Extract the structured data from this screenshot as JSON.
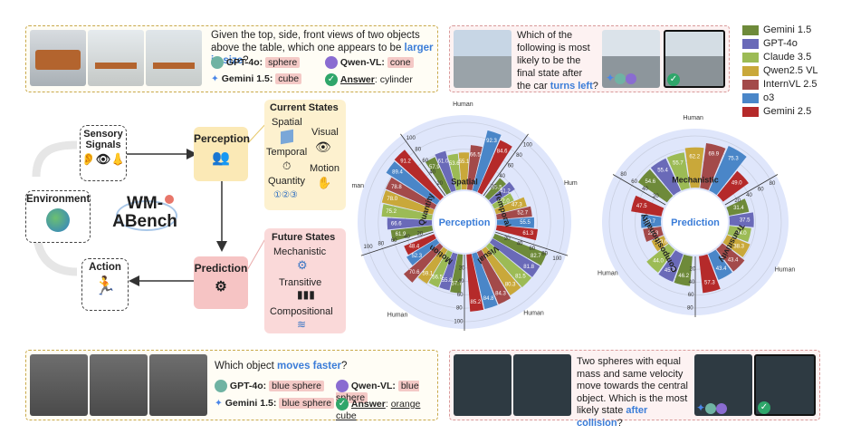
{
  "top_left": {
    "question_parts": [
      "Given the top, side, front views of two objects above the table, which one appears to be ",
      "larger in size",
      "?"
    ],
    "gpt4o_label": "GPT-4o:",
    "gpt4o_answer": "sphere",
    "qwen_label": "Qwen-VL:",
    "qwen_answer": "cone",
    "gemini_label": "Gemini 1.5:",
    "gemini_answer": "cube",
    "answer_label": "Answer",
    "answer_value": ": cylinder"
  },
  "top_right": {
    "question_parts": [
      "Which of the following is most likely to be the final state after the car ",
      "turns left",
      "?"
    ]
  },
  "bottom_left": {
    "question_parts": [
      "Which object ",
      "moves faster",
      "?"
    ],
    "gpt4o_label": "GPT-4o:",
    "gpt4o_answer": "blue sphere",
    "qwen_label": "Qwen-VL:",
    "qwen_answer": "blue sphere",
    "gemini_label": "Gemini 1.5:",
    "gemini_answer": "blue sphere",
    "answer_label": "Answer",
    "answer_value": "orange cube"
  },
  "bottom_right": {
    "question_parts": [
      "Two spheres with equal mass and same velocity move towards the central object. Which is the most likely state ",
      "after collision",
      "?"
    ]
  },
  "flow": {
    "sensory": "Sensory Signals",
    "environment": "Environment",
    "action": "Action",
    "perception": "Perception",
    "prediction": "Prediction",
    "logo_line1": "WM-",
    "logo_line2": "ABench",
    "current_states": "Current States",
    "current_items": [
      "Spatial",
      "Visual",
      "Temporal",
      "Motion",
      "Quantity"
    ],
    "future_states": "Future States",
    "future_items": [
      "Mechanistic",
      "Transitive",
      "Compositional"
    ]
  },
  "legend": [
    {
      "name": "Gemini 1.5",
      "color": "#6e8a3a"
    },
    {
      "name": "GPT-4o",
      "color": "#6a6ab8"
    },
    {
      "name": "Claude 3.5",
      "color": "#9cbb55"
    },
    {
      "name": "Qwen2.5 VL",
      "color": "#c9a83a"
    },
    {
      "name": "InternVL 2.5",
      "color": "#a34a4a"
    },
    {
      "name": "o3",
      "color": "#4a86c8"
    },
    {
      "name": "Gemini 2.5",
      "color": "#b52a2a"
    }
  ],
  "chart_data": [
    {
      "type": "bar",
      "title": "Perception",
      "radial_ticks": [
        20,
        40,
        60,
        80,
        100
      ],
      "reference_label": "Human",
      "categories": [
        "Spatial",
        "Temporal",
        "Visual",
        "Motion",
        "Quantity"
      ],
      "series_order": [
        "Gemini 1.5",
        "GPT-4o",
        "Claude 3.5",
        "Qwen2.5 VL",
        "InternVL 2.5",
        "o3",
        "Gemini 2.5"
      ],
      "values": {
        "Spatial": [
          57.9,
          61.0,
          53.6,
          55.1,
          66.5,
          92.3,
          84.6
        ],
        "Temporal": [
          35.5,
          41.2,
          32.0,
          47.3,
          52.7,
          55.5,
          61.3
        ],
        "Visual": [
          82.7,
          81.8,
          81.5,
          80.3,
          84.3,
          84.8,
          85.2
        ],
        "Motion": [
          57.7,
          55.8,
          56.5,
          59.1,
          70.6,
          52.3,
          48.4
        ],
        "Quantity": [
          61.9,
          66.6,
          75.2,
          78.0,
          78.8,
          89.4,
          91.2
        ]
      }
    },
    {
      "type": "bar",
      "title": "Prediction",
      "radial_ticks": [
        20,
        40,
        60,
        80
      ],
      "reference_label": "Human",
      "categories": [
        "Mechanistic",
        "Transitivity",
        "Compositionality"
      ],
      "series_order": [
        "Gemini 1.5",
        "GPT-4o",
        "Claude 3.5",
        "Qwen2.5 VL",
        "InternVL 2.5",
        "o3",
        "Gemini 2.5"
      ],
      "values": {
        "Mechanistic": [
          54.6,
          55.4,
          55.7,
          62.2,
          69.9,
          75.3,
          49.0
        ],
        "Transitivity": [
          31.4,
          37.5,
          34.0,
          38.3,
          43.4,
          43.4,
          57.3
        ],
        "Compositionality": [
          46.2,
          45.7,
          44.0,
          20.6,
          28.3,
          30.7,
          47.5
        ]
      }
    }
  ]
}
